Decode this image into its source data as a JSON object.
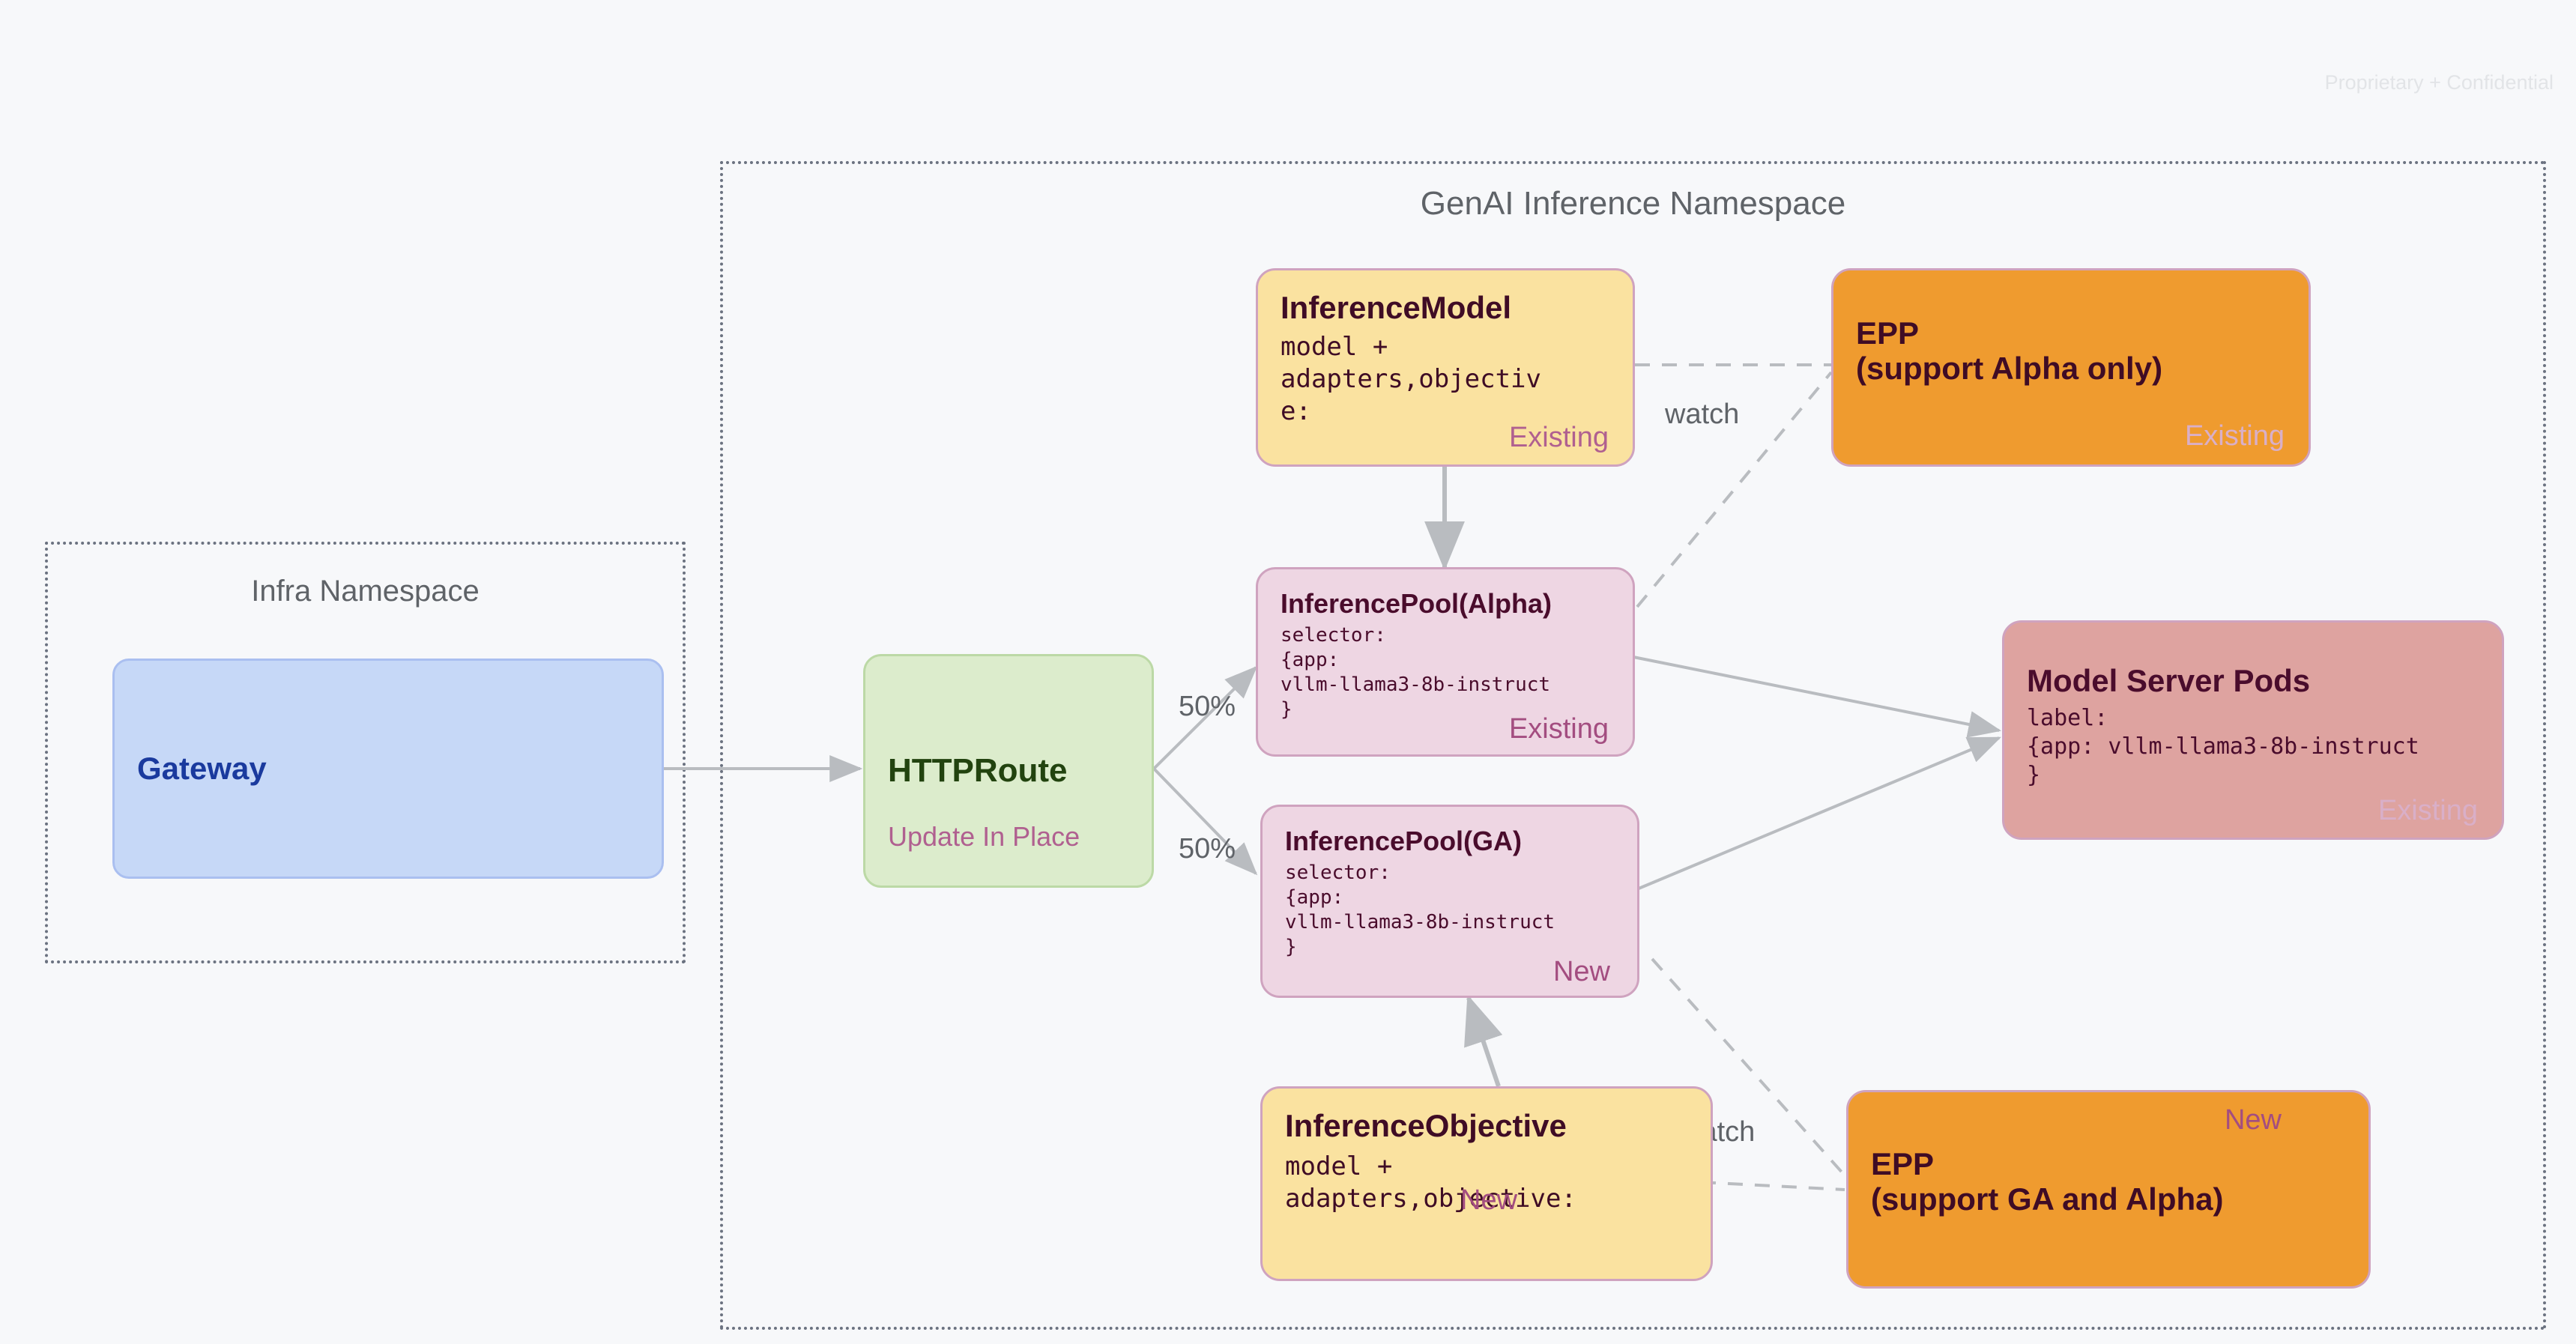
{
  "page": {
    "confidential_note": "Proprietary + Confidential",
    "background": "#f7f8fa"
  },
  "namespaces": [
    {
      "id": "infra",
      "title": "Infra Namespace"
    },
    {
      "id": "genai",
      "title": "GenAI Inference Namespace"
    }
  ],
  "nodes": {
    "gateway": {
      "title": "Gateway",
      "color": "#c6d8f7",
      "text_color": "#1a3a9e"
    },
    "httproute": {
      "title": "HTTPRoute",
      "badge": "Update In Place",
      "color": "#dceccc",
      "text_color": "#22430f",
      "badge_color": "#b06090"
    },
    "inference_model": {
      "title": "InferenceModel",
      "body": "model +\nadapters,objectiv\ne:",
      "badge": "Existing",
      "color": "#fae2a0",
      "badge_color": "#b06090"
    },
    "inference_pool_alpha": {
      "title": "InferencePool(Alpha)",
      "body": "selector:\n{app:\nvllm-llama3-8b-instruct\n}",
      "badge": "Existing",
      "color": "#eed6e3",
      "badge_color": "#a34d80"
    },
    "inference_pool_ga": {
      "title": "InferencePool(GA)",
      "body": "selector:\n{app:\nvllm-llama3-8b-instruct\n}",
      "badge": "New",
      "color": "#eed6e3",
      "badge_color": "#a34d80"
    },
    "inference_objective": {
      "title": "InferenceObjective",
      "body": "model +\nadapters,objective:",
      "badge": "New",
      "color": "#fae2a0",
      "badge_color": "#b06090"
    },
    "epp_alpha": {
      "title": "EPP\n(support Alpha only)",
      "badge": "Existing",
      "color": "#ef9b2f",
      "badge_color": "#d9afc8"
    },
    "epp_ga": {
      "title": "EPP\n(support GA and Alpha)",
      "badge": "New",
      "color": "#ef9b2f",
      "badge_color": "#a34d80"
    },
    "model_server_pods": {
      "title": "Model Server Pods",
      "body": "label:\n{app: vllm-llama3-8b-instruct\n}",
      "badge": "Existing",
      "color": "#dea3a0",
      "badge_color": "#d9afc8"
    }
  },
  "edge_labels": {
    "split_top": "50%",
    "split_bottom": "50%",
    "watch_top": "watch",
    "watch_bottom": "watch"
  }
}
